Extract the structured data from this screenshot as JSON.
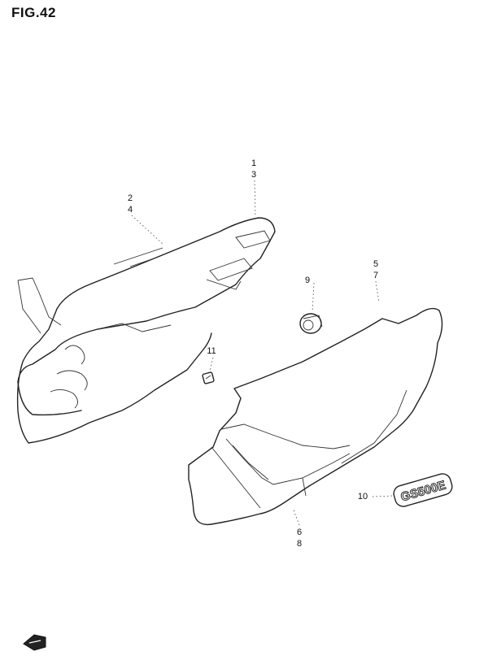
{
  "figure": {
    "title": "FIG.42"
  },
  "callouts": {
    "part_1": "1",
    "part_3": "3",
    "part_2": "2",
    "part_4": "4",
    "part_5": "5",
    "part_7": "7",
    "part_9": "9",
    "part_11": "11",
    "part_6": "6",
    "part_8": "8",
    "part_10": "10"
  },
  "emblem": {
    "text": "GS500E"
  }
}
